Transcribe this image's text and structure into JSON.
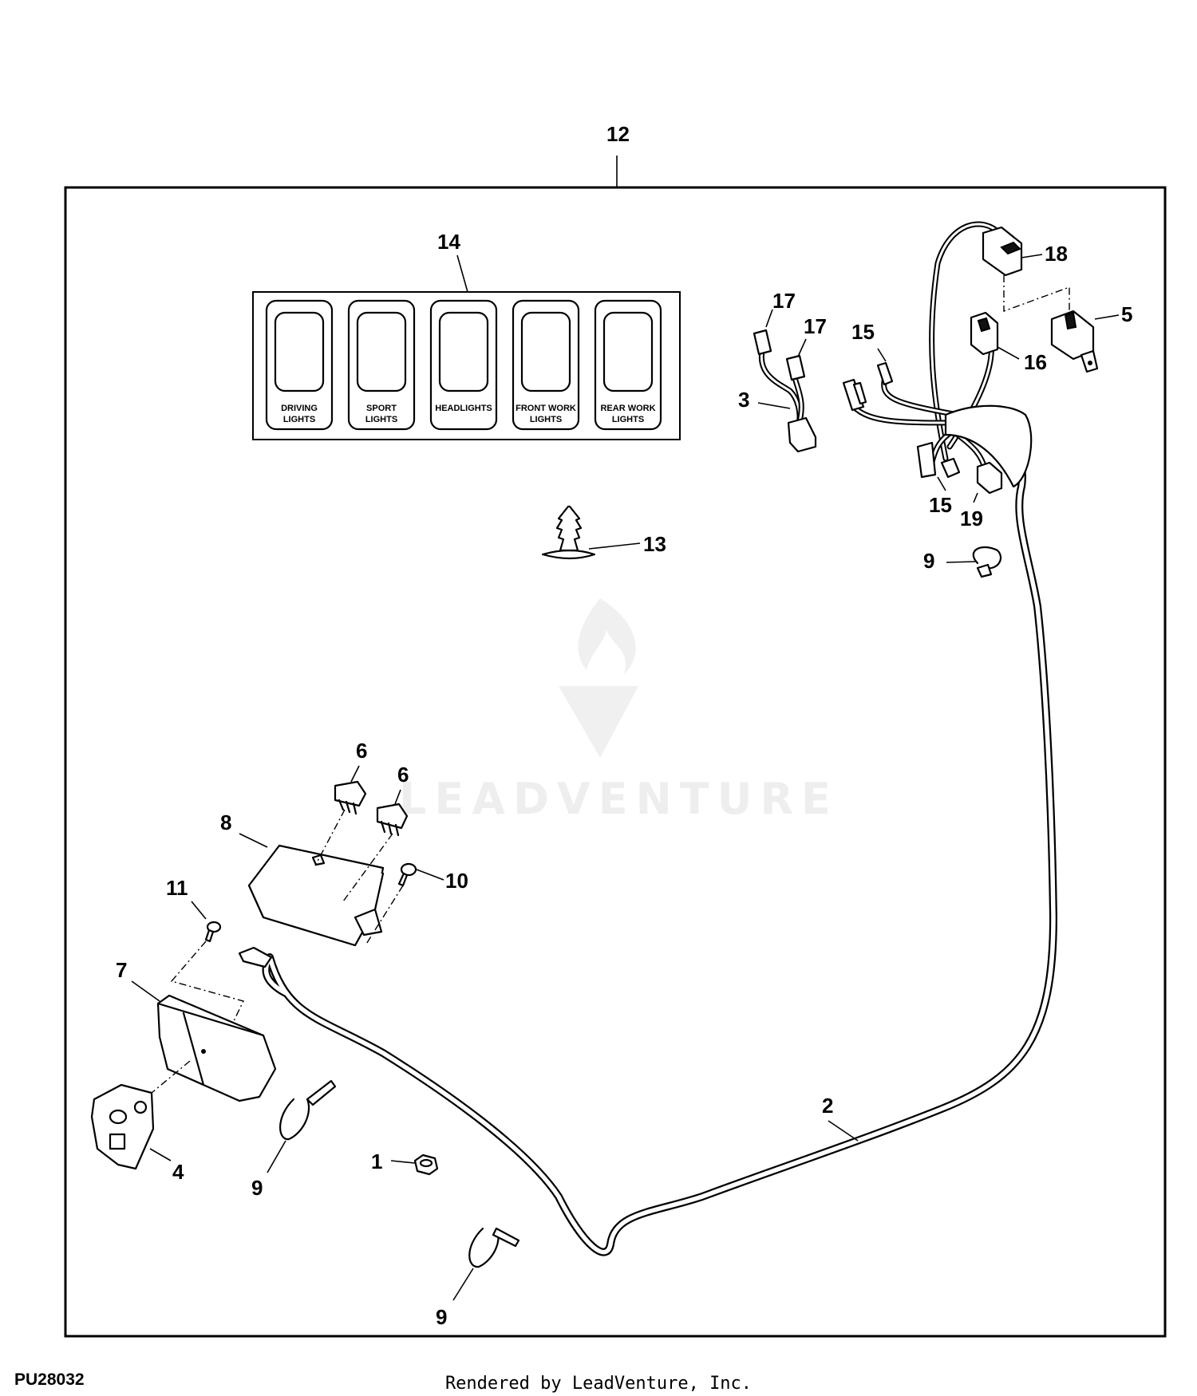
{
  "diagram": {
    "figure_id": "PU28032",
    "rendered_by": "Rendered by LeadVenture, Inc.",
    "watermark": "LEADVENTURE",
    "switch_panel": {
      "labels": [
        [
          "DRIVING",
          "LIGHTS"
        ],
        [
          "SPORT",
          "LIGHTS"
        ],
        [
          "HEADLIGHTS",
          ""
        ],
        [
          "FRONT WORK",
          "LIGHTS"
        ],
        [
          "REAR WORK",
          "LIGHTS"
        ]
      ]
    },
    "callouts": {
      "c1": "1",
      "c2": "2",
      "c3": "3",
      "c4": "4",
      "c5": "5",
      "c6a": "6",
      "c6b": "6",
      "c7": "7",
      "c8": "8",
      "c9a": "9",
      "c9b": "9",
      "c9c": "9",
      "c10": "10",
      "c11": "11",
      "c12": "12",
      "c13": "13",
      "c14": "14",
      "c15a": "15",
      "c15b": "15",
      "c16": "16",
      "c17a": "17",
      "c17b": "17",
      "c18": "18",
      "c19": "19"
    }
  }
}
